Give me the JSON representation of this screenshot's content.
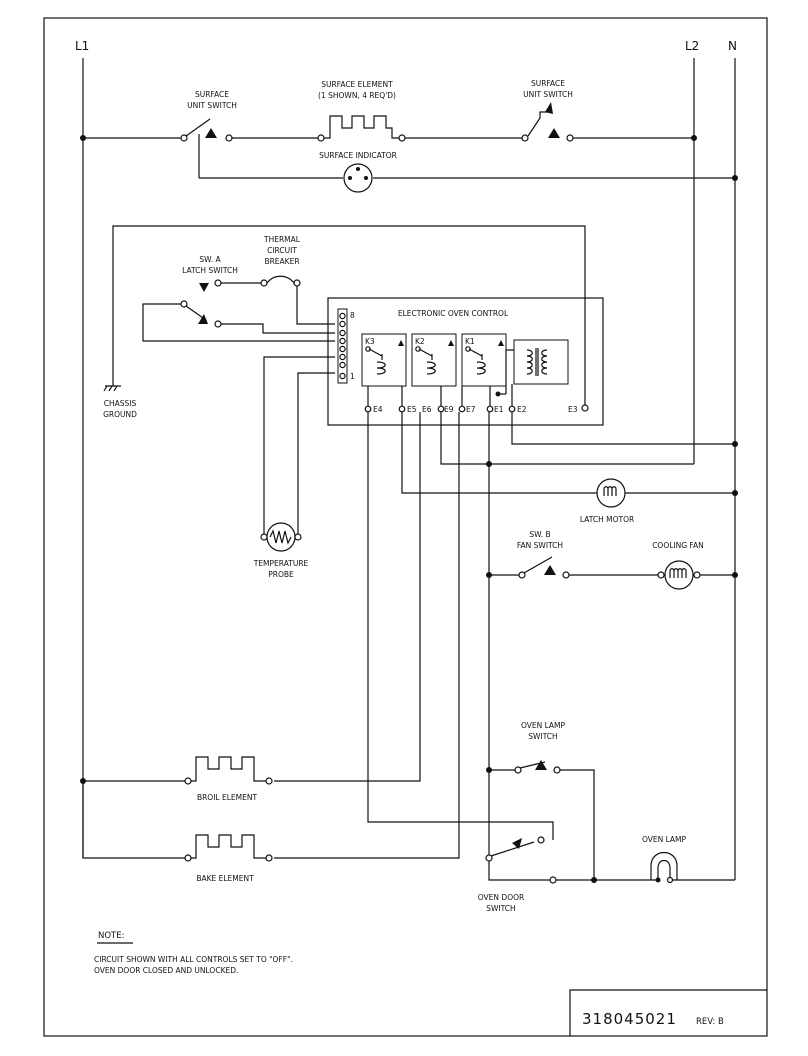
{
  "rails": {
    "l1": "L1",
    "l2": "L2",
    "n": "N"
  },
  "surface": {
    "switch_left": [
      "SURFACE",
      "UNIT SWITCH"
    ],
    "element": [
      "SURFACE ELEMENT",
      "(1 SHOWN, 4 REQ'D)"
    ],
    "switch_right": [
      "SURFACE",
      "UNIT SWITCH"
    ],
    "indicator": "SURFACE INDICATOR"
  },
  "latch": {
    "switch_a": [
      "SW. A",
      "LATCH SWITCH"
    ],
    "breaker": [
      "THERMAL",
      "CIRCUIT",
      "BREAKER"
    ],
    "chassis": [
      "CHASSIS",
      "GROUND"
    ],
    "probe": [
      "TEMPERATURE",
      "PROBE"
    ],
    "motor": "LATCH MOTOR"
  },
  "control": {
    "title": "ELECTRONIC OVEN CONTROL",
    "pin_top": "8",
    "pin_bottom": "1",
    "relays": [
      "K3",
      "K2",
      "K1"
    ],
    "terminals": [
      "E4",
      "E5",
      "E6",
      "E9",
      "E7",
      "E1",
      "E2",
      "E3"
    ]
  },
  "fan": {
    "switch": [
      "SW. B",
      "FAN SWITCH"
    ],
    "cooling": "COOLING FAN"
  },
  "lamp": {
    "switch": [
      "OVEN LAMP",
      "SWITCH"
    ],
    "lamp": "OVEN LAMP"
  },
  "elements": {
    "broil": "BROIL ELEMENT",
    "bake": "BAKE ELEMENT"
  },
  "door": [
    "OVEN DOOR",
    "SWITCH"
  ],
  "note": {
    "heading": "NOTE:",
    "line1": "CIRCUIT SHOWN WITH ALL CONTROLS SET TO \"OFF\".",
    "line2": "OVEN DOOR CLOSED AND UNLOCKED."
  },
  "title_block": {
    "part_number": "318045021",
    "rev": "REV: B"
  }
}
